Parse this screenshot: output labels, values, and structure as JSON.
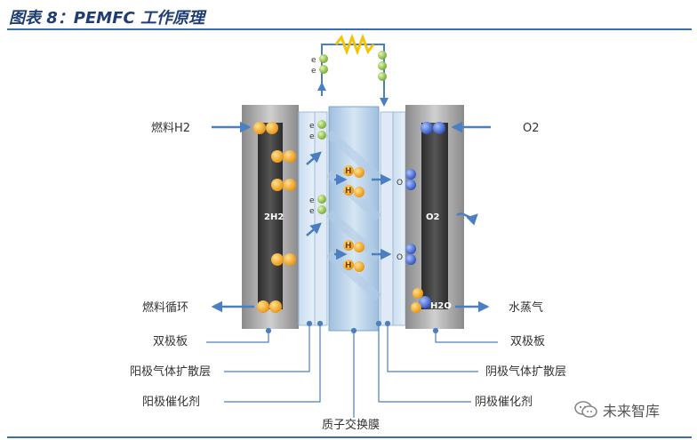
{
  "header": {
    "title": "图表 8：PEMFC 工作原理"
  },
  "diagram": {
    "left_labels": {
      "fuel_in": "燃料H2",
      "fuel_loop": "燃料循环",
      "bipolar": "双极板",
      "anode_gdl": "阳极气体扩散层",
      "anode_cat": "阳极催化剂"
    },
    "right_labels": {
      "o2_in": "O2",
      "vapor": "水蒸气",
      "bipolar": "双极板",
      "cathode_gdl": "阴极气体扩散层",
      "cathode_cat": "阴极催化剂"
    },
    "bottom_label": "质子交换膜",
    "inner_labels": {
      "anode": "2H2",
      "cathode": "O2",
      "water": "H2O"
    },
    "particles": {
      "proton": "H",
      "electron": "e",
      "oxygen": "O"
    }
  },
  "watermark": {
    "text": "未来智库",
    "icon": "wechat-icon"
  },
  "colors": {
    "title": "#1f3d73",
    "rule": "#3b6db3",
    "arrow": "#4a7fc1",
    "h2": "#f0a020",
    "o2": "#3a5fc8",
    "electron": "#8fc43a",
    "resistor": "#f5c400"
  }
}
